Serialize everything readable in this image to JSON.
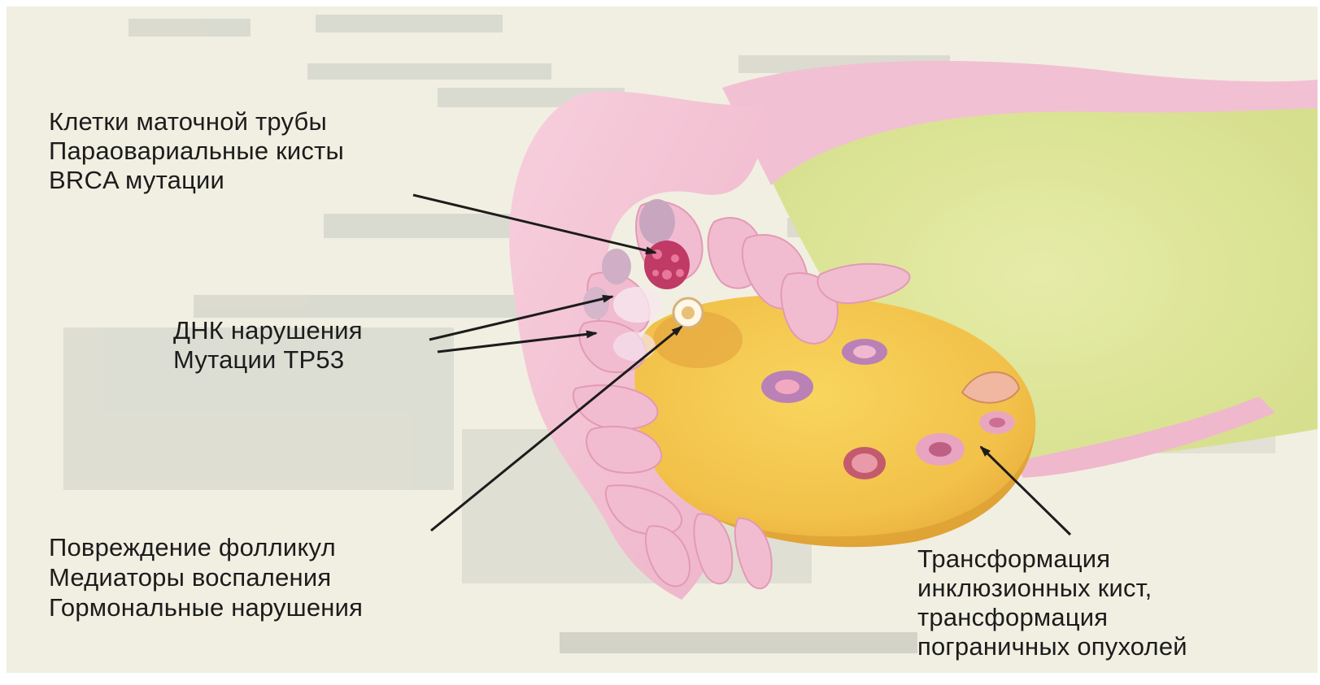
{
  "colors": {
    "page_background": "#f1efe2",
    "tube_pink": "#f3c2d4",
    "tube_pink_dark": "#e6a0bc",
    "ovary_yellow": "#f4c64a",
    "ovary_orange": "#e8a93a",
    "background_green": "#dfe7a0",
    "arrow": "#1c1c1c",
    "text": "#1c1c1c"
  },
  "labels": {
    "top": {
      "lines": [
        "Клетки маточной трубы",
        "Параовариальные кисты",
        "BRCA мутации"
      ]
    },
    "middle": {
      "lines": [
        "ДНК нарушения",
        "Мутации TP53"
      ]
    },
    "bottom": {
      "lines": [
        "Повреждение фолликул",
        "Медиаторы воспаления",
        "Гормональные нарушения"
      ]
    },
    "right": {
      "lines": [
        "Трансформация",
        "инклюзионных кист,",
        "трансформация",
        "пограничных опухолей"
      ]
    }
  }
}
